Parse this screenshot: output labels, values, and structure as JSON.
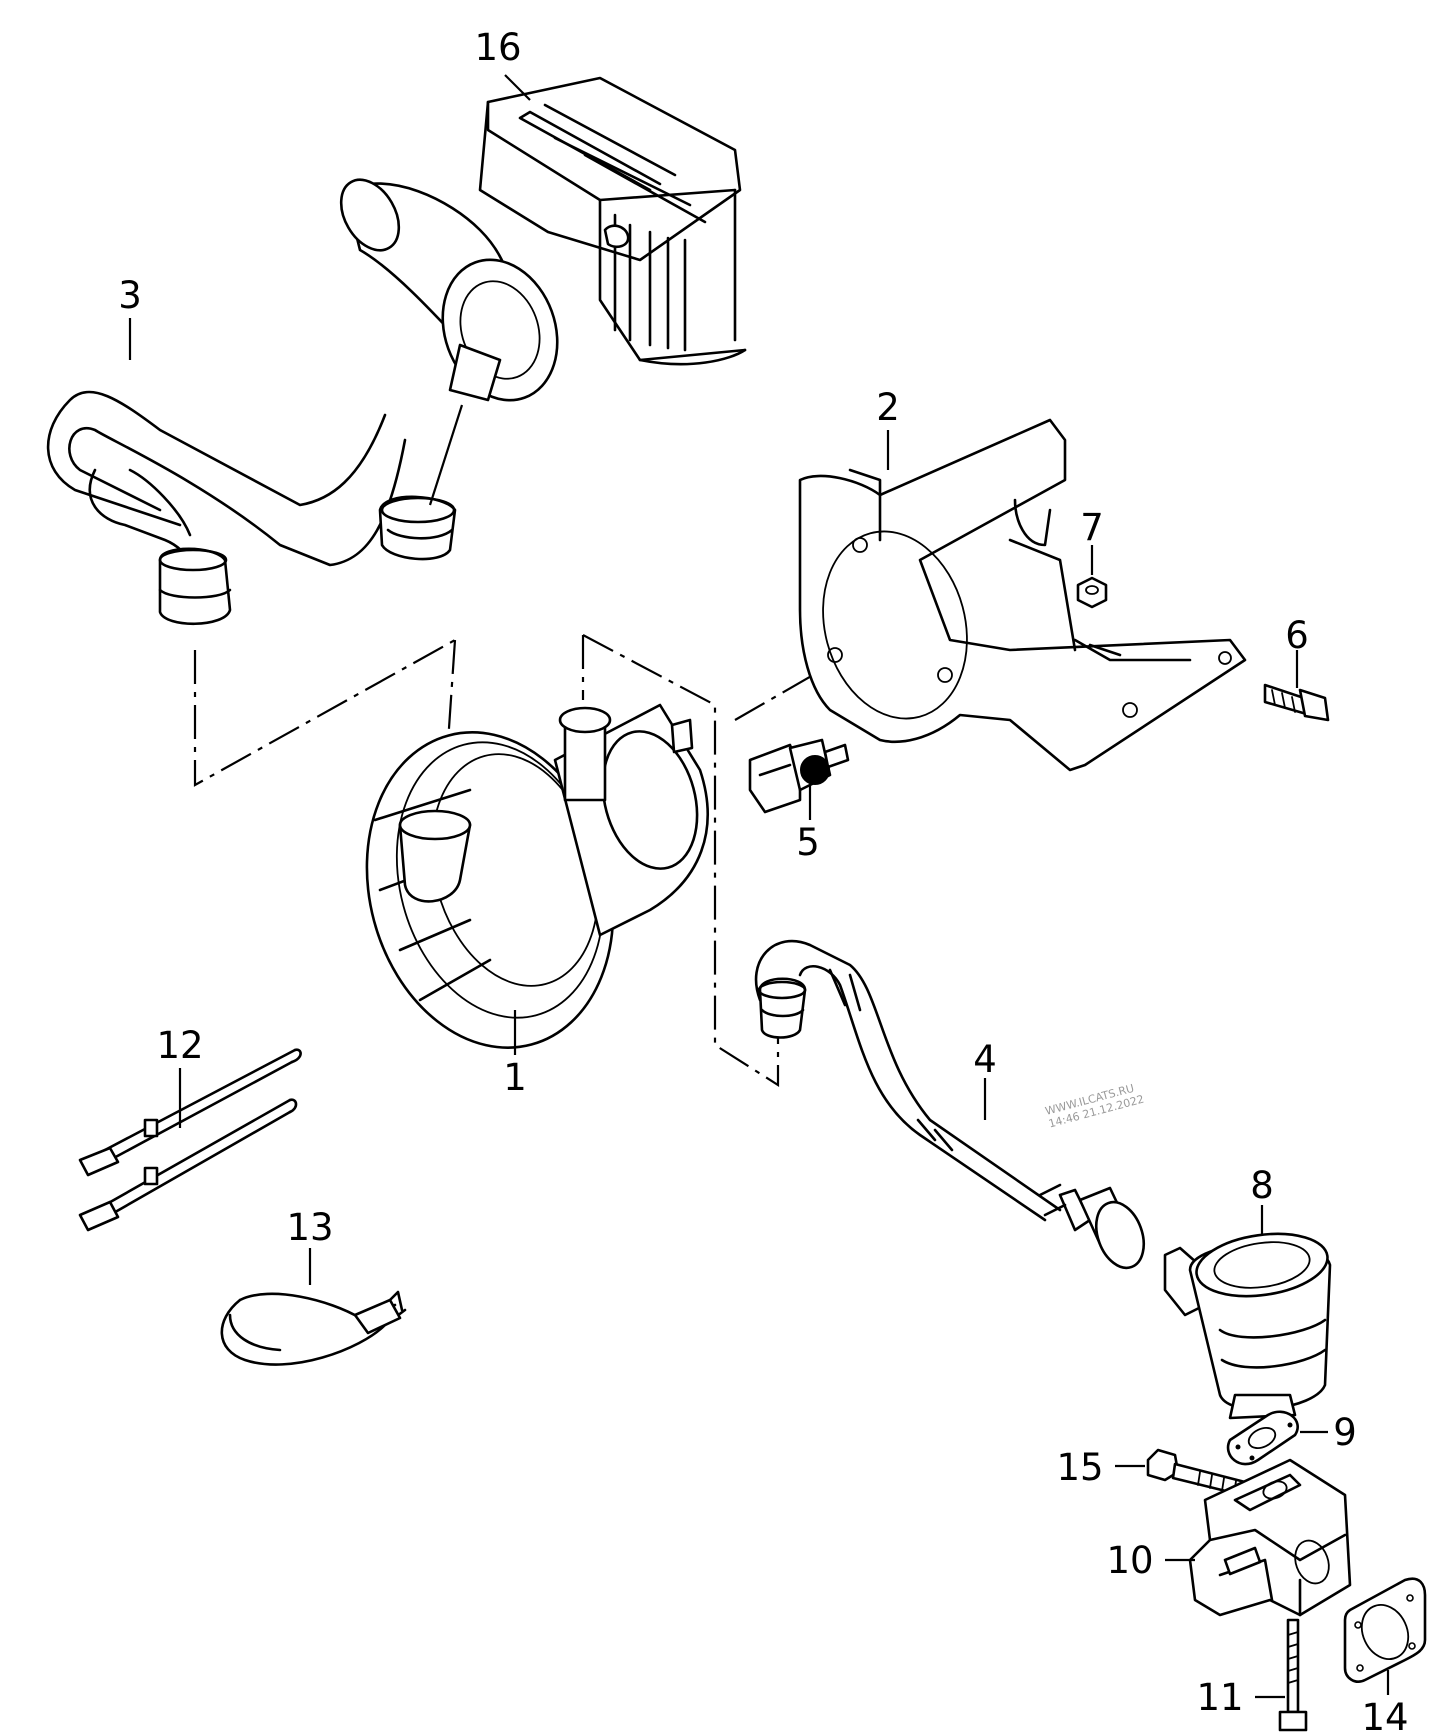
{
  "callouts": {
    "c1": "1",
    "c2": "2",
    "c3": "3",
    "c4": "4",
    "c5": "5",
    "c6": "6",
    "c7": "7",
    "c8": "8",
    "c9": "9",
    "c10": "10",
    "c11": "11",
    "c12": "12",
    "c13": "13",
    "c14": "14",
    "c15": "15",
    "c16": "16"
  },
  "watermark": {
    "site": "WWW.ILCATS.RU",
    "timestamp": "14:46 21.12.2022"
  }
}
